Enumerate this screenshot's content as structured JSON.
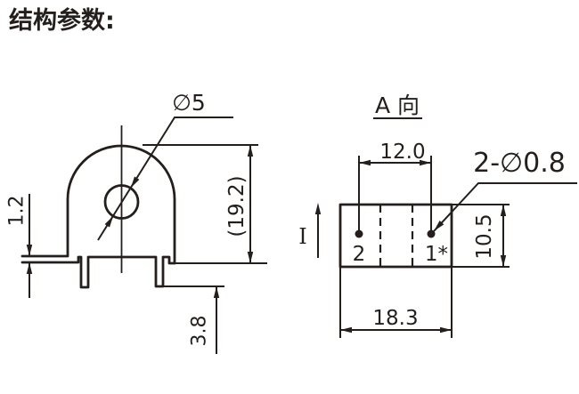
{
  "title": "结构参数:",
  "colors": {
    "line": "#241f1c",
    "background": "#ffffff"
  },
  "front_view": {
    "hole_diameter": "∅5",
    "overall_height": "(19.2)",
    "tab_thickness": "1.2",
    "pin_length": "3.8"
  },
  "a_view": {
    "label": "A 向",
    "pin_pitch": "12.0",
    "pin_diameter": "2-∅0.8",
    "body_depth": "10.5",
    "body_width": "18.3",
    "pin2_label": "2",
    "pin1_label": "1*",
    "current_label": "I"
  }
}
